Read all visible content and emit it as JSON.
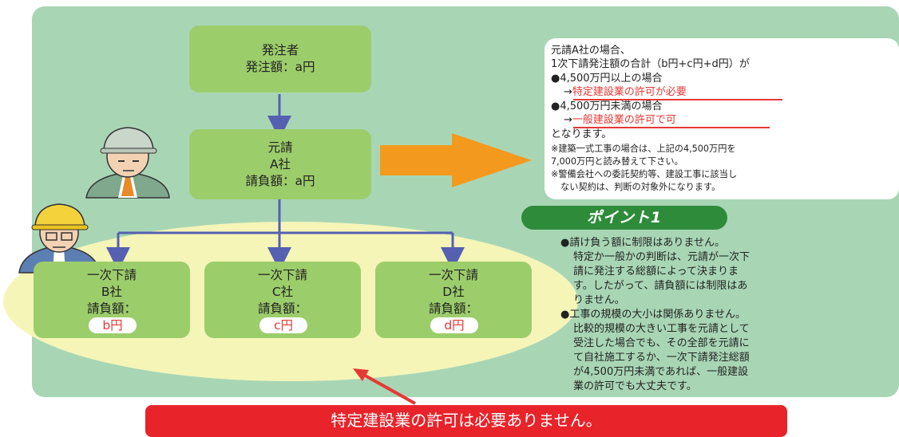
{
  "top_box": {
    "line1": "発注者",
    "line2": "発注額：a円"
  },
  "prime_box": {
    "line1": "元請",
    "line2": "A社",
    "line3": "請負額：a円"
  },
  "subs": [
    {
      "line1": "一次下請",
      "line2": "B社",
      "label": "請負額：",
      "amount": "b円"
    },
    {
      "line1": "一次下請",
      "line2": "C社",
      "label": "請負額：",
      "amount": "c円"
    },
    {
      "line1": "一次下請",
      "line2": "D社",
      "label": "請負額：",
      "amount": "d円"
    }
  ],
  "note": {
    "l1": "元請A社の場合、",
    "l2": "1次下請発注額の合計（b円+c円+d円）が",
    "l3": "●4,500万円以上の場合",
    "l4_arrow": "→",
    "l4": "特定建設業の許可が必要",
    "l5": "●4,500万円未満の場合",
    "l6_arrow": "→",
    "l6": "一般建設業の許可で可",
    "l7": "となります。",
    "l8": "※建築一式工事の場合は、上記の4,500万円を",
    "l9": "7,000万円と読み替えて下さい。",
    "l10": "※警備会社への委託契約等、建設工事に該当し",
    "l11": "ない契約は、判断の対象外になります。"
  },
  "point": {
    "badge": "ポイント1",
    "lines": [
      "●請け負う額に制限はありません。",
      "特定か一般かの判断は、元請が一次下",
      "請に発注する総額によって決まりま",
      "す。したがって、請負額には制限はあ",
      "りません。",
      "●工事の規模の大小は関係ありません。",
      "比較的規模の大きい工事を元請として",
      "受注した場合でも、その全部を元請に",
      "て自社施工するか、一次下請発注総額",
      "が4,500万円未満であれば、一般建設",
      "業の許可でも大丈夫です。"
    ]
  },
  "banner": "特定建設業の許可は必要ありません。",
  "colors": {
    "panel": "#a8d6b5",
    "box": "#9ccd6b",
    "ellipse": "#f5f5b8",
    "arrow_blue": "#5560b0",
    "arrow_orange": "#f39a1e",
    "red": "#e53935"
  }
}
